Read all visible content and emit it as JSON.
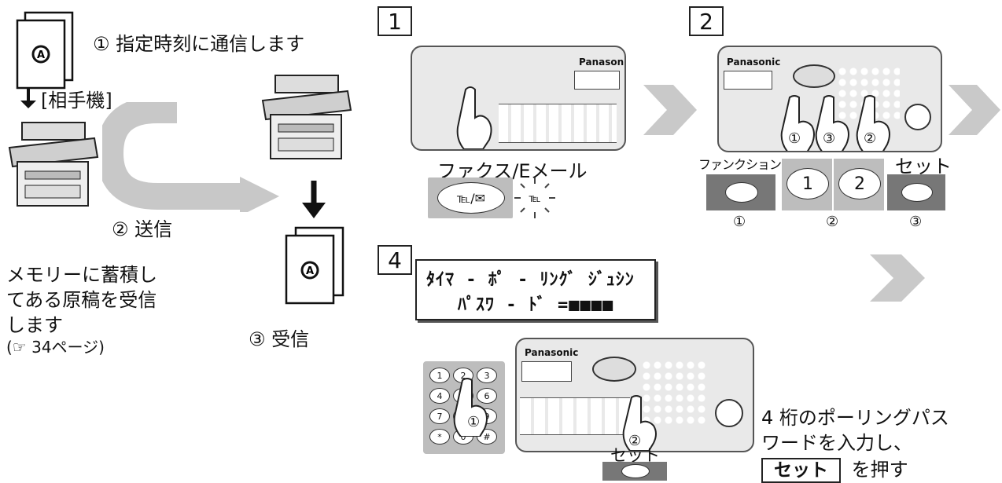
{
  "left": {
    "step1": "① 指定時刻に通信します",
    "remote": "[相手機]",
    "step2": "② 送信",
    "step3": "③ 受信",
    "note_lines": [
      "メモリーに蓄積し",
      "てある原稿を受信",
      "します",
      "(☞ 34ページ)"
    ]
  },
  "steps": {
    "s1": "1",
    "s2": "2",
    "s4": "4"
  },
  "step1": {
    "label": "ファクス/Eメール",
    "brand": "Panasonic"
  },
  "step2": {
    "brand": "Panasonic",
    "function_label": "ファンクション",
    "set_label": "セット",
    "key1": "1",
    "key2": "2",
    "sub": [
      "①",
      "②",
      "③"
    ],
    "finger_marks": [
      "①",
      "③",
      "②"
    ]
  },
  "step4": {
    "lcd_line1": "ﾀｲﾏ - ﾎﾟ - ﾘﾝｸﾞ ｼﾞｭｼﾝ",
    "lcd_line2": "ﾊﾟｽﾜ - ﾄﾞ =■■■■",
    "brand": "Panasonic",
    "finger1": "①",
    "finger2": "②",
    "set_label": "セット",
    "keys": [
      "1",
      "2",
      "3",
      "4",
      "5",
      "6",
      "7",
      "8",
      "9",
      "*",
      "0",
      "#"
    ]
  },
  "instruction": {
    "line1": "4 桁のポーリングパス",
    "line2": "ワードを入力し、",
    "button": "セット",
    "tail": "を押す"
  },
  "colors": {
    "arrow_gray": "#c8c8c8",
    "chevron_gray": "#c9c9c9",
    "button_panel": "#777777"
  }
}
